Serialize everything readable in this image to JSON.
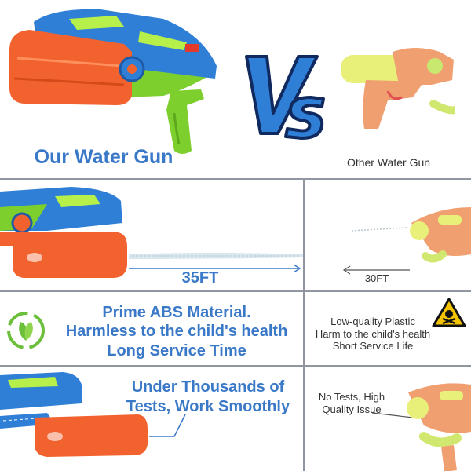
{
  "header": {
    "our_label": "Our Water Gun",
    "vs_label": "Vs",
    "other_label": "Other Water Gun"
  },
  "range": {
    "our_distance": "35FT",
    "other_distance": "30FT"
  },
  "material": {
    "lines": [
      "Prime ABS Material.",
      "Harmless to the child's health",
      "Long Service Time"
    ],
    "other_lines": [
      "Low-quality Plastic",
      "Harm to the child's health",
      "Short Service Life"
    ]
  },
  "testing": {
    "lines": [
      "Under Thousands of",
      "Tests, Work Smoothly"
    ],
    "other_lines": [
      "No Tests, High",
      "Quality Issue"
    ]
  },
  "colors": {
    "accent_blue": "#3a78c8",
    "gun_blue": "#2f7fd6",
    "gun_orange": "#f2622e",
    "gun_green": "#7ccf2c",
    "other_gun": "#f0a070",
    "divider": "#8f96a0"
  }
}
